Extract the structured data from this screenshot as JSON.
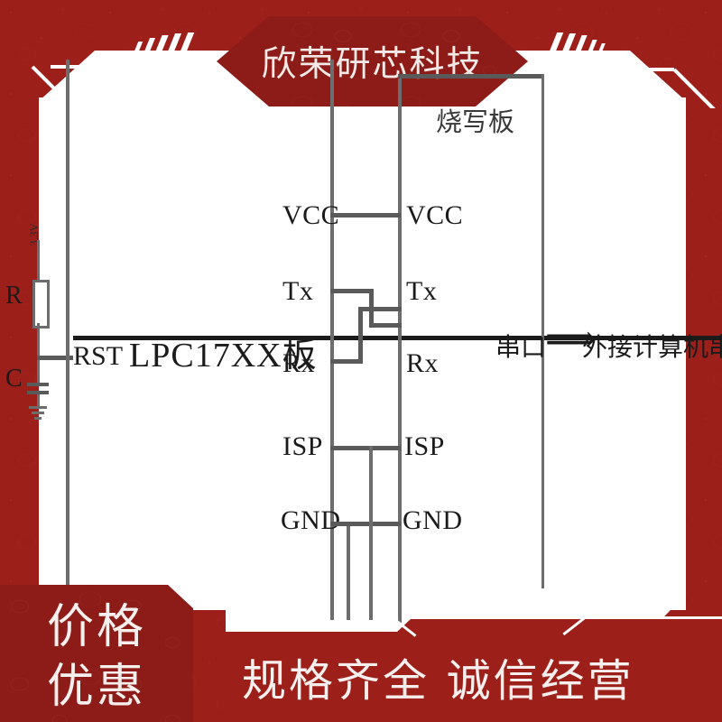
{
  "brand": {
    "badge_text": "欣荣研芯科技",
    "badge_bg": "#8d1b17",
    "page_bg": "#9d1f1a"
  },
  "footer": {
    "price_line1": "价格",
    "price_line2": "优惠",
    "slogan": "规格齐全  诚信经营"
  },
  "diagram": {
    "type": "schematic",
    "left_board_label": "LPC17XX板",
    "right_board_label": "烧写板",
    "reset_label": "RST",
    "reset_overbar": true,
    "supply_label": "3.3V",
    "resistor_label": "R",
    "capacitor_label": "C",
    "serial_label": "串口",
    "arrow_glyph": "⟹",
    "external_label": "外接计算机串口",
    "pins_left": [
      "VCC",
      "Tx",
      "Rx",
      "ISP",
      "GND"
    ],
    "pins_right": [
      "VCC",
      "Tx",
      "Rx",
      "ISP",
      "GND"
    ],
    "connections": [
      {
        "from": "VCC",
        "to": "VCC",
        "style": "straight"
      },
      {
        "from": "Tx",
        "to": "Rx",
        "style": "crossed"
      },
      {
        "from": "Rx",
        "to": "Tx",
        "style": "crossed"
      },
      {
        "from": "ISP",
        "to": "ISP",
        "style": "straight"
      },
      {
        "from": "GND",
        "to": "GND",
        "style": "straight"
      }
    ]
  }
}
